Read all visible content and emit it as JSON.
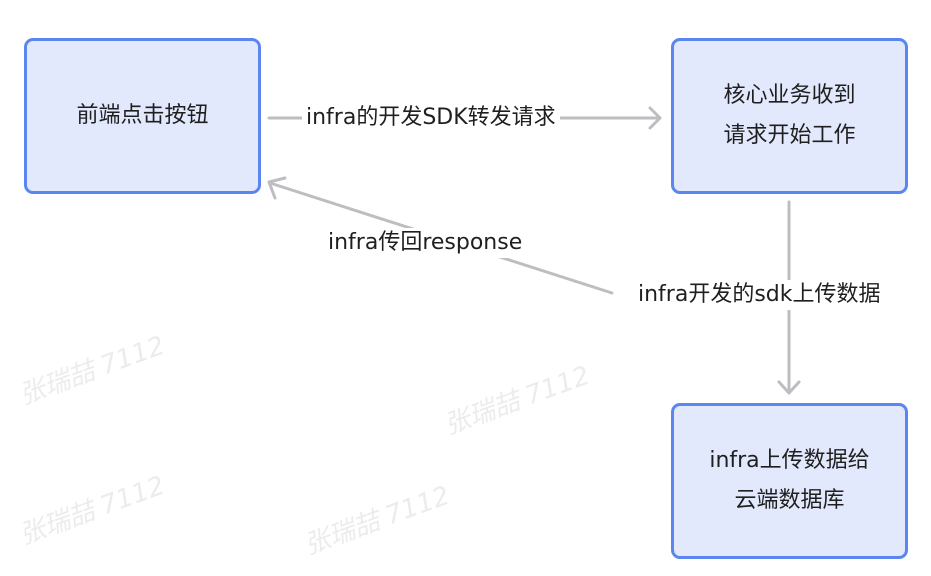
{
  "watermark": "张瑞喆 7112",
  "nodes": {
    "frontend": "前端点击按钮",
    "core_line1": "核心业务收到",
    "core_line2": "请求开始工作",
    "upload_line1": "infra上传数据给",
    "upload_line2": "云端数据库"
  },
  "edges": {
    "forward": "infra的开发SDK转发请求",
    "response": "infra传回response",
    "upload": "infra开发的sdk上传数据"
  },
  "colors": {
    "node_border": "#5b86f0",
    "node_fill": "#e3e9fc",
    "edge": "#bdbdc2"
  }
}
